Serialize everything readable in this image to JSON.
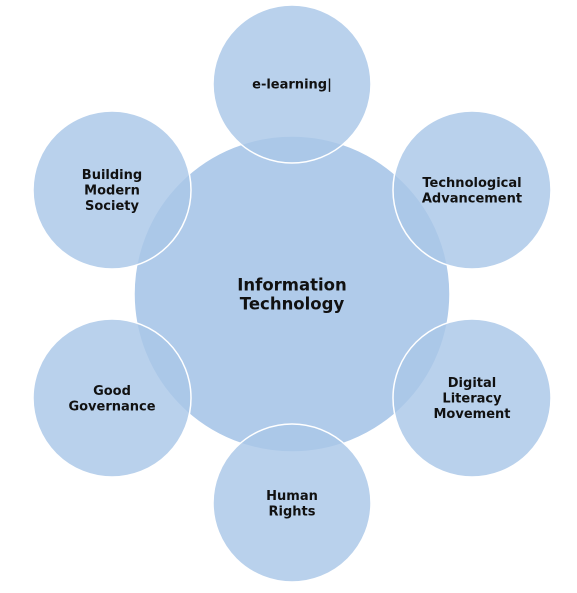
{
  "colors": {
    "circle_fill": "#a9c7e8",
    "circle_stroke": "#ffffff",
    "overlap_hint": "#7ea9db",
    "text": "#111111",
    "background": "#ffffff"
  },
  "center": {
    "label": "Information\nTechnology"
  },
  "nodes": [
    {
      "name": "e-learning",
      "label": "e-learning|"
    },
    {
      "name": "technological-advancement",
      "label": "Technological\nAdvancement"
    },
    {
      "name": "digital-literacy-movement",
      "label": "Digital\nLiteracy\nMovement"
    },
    {
      "name": "human-rights",
      "label": "Human\nRights"
    },
    {
      "name": "good-governance",
      "label": "Good\nGovernance"
    },
    {
      "name": "building-modern-society",
      "label": "Building\nModern\nSociety"
    }
  ]
}
